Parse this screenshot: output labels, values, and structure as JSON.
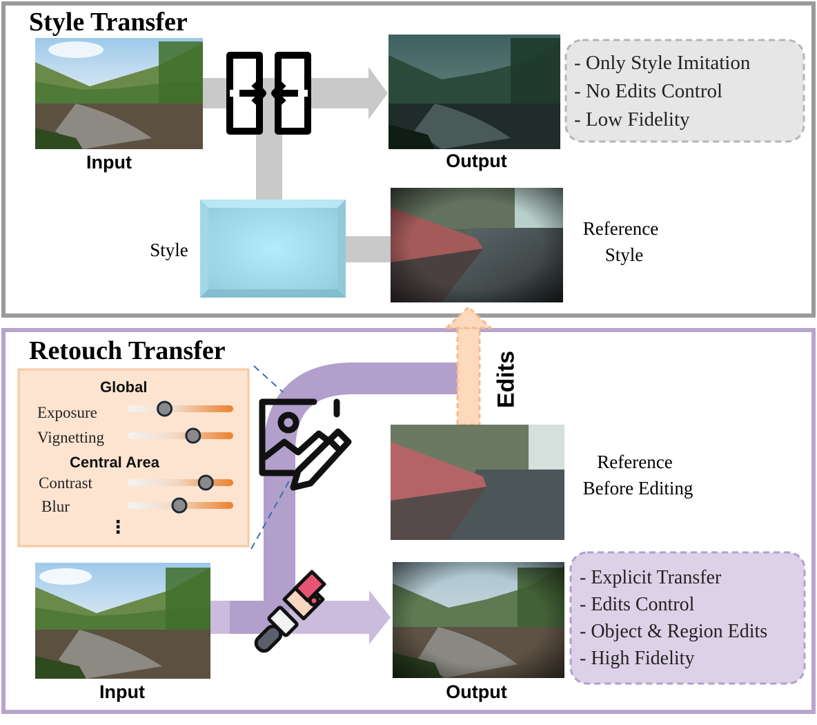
{
  "style_section": {
    "title": "Style Transfer",
    "input_caption": "Input",
    "output_caption": "Output",
    "style_label": "Style",
    "reference_caption": [
      "Reference",
      "Style"
    ],
    "notes": [
      "- Only Style Imitation",
      "- No Edits Control",
      "- Low Fidelity"
    ]
  },
  "retouch_section": {
    "title": "Retouch Transfer",
    "edits_label": "Edits",
    "panel": {
      "global_heading": "Global",
      "central_heading": "Central Area",
      "sliders": [
        {
          "label": "Exposure",
          "value": 0.35
        },
        {
          "label": "Vignetting",
          "value": 0.62
        },
        {
          "label": "Contrast",
          "value": 0.74
        },
        {
          "label": "Blur",
          "value": 0.49
        }
      ],
      "ellipsis": "⋮"
    },
    "reference_caption": [
      "Reference",
      "Before Editing"
    ],
    "input_caption": "Input",
    "output_caption": "Output",
    "notes": [
      "- Explicit Transfer",
      "- Edits Control",
      "- Object & Region Edits",
      "- High Fidelity"
    ]
  },
  "colors": {
    "style_border": "#9a9a9a",
    "retouch_border": "#b7a4cc",
    "purple_flow": "#b29fcc",
    "gray_flow": "#c9c9c9",
    "panel_fill": "#fde4d0",
    "slider_orange": "#e9822e",
    "edits_arrow": "#f7c6a1"
  }
}
